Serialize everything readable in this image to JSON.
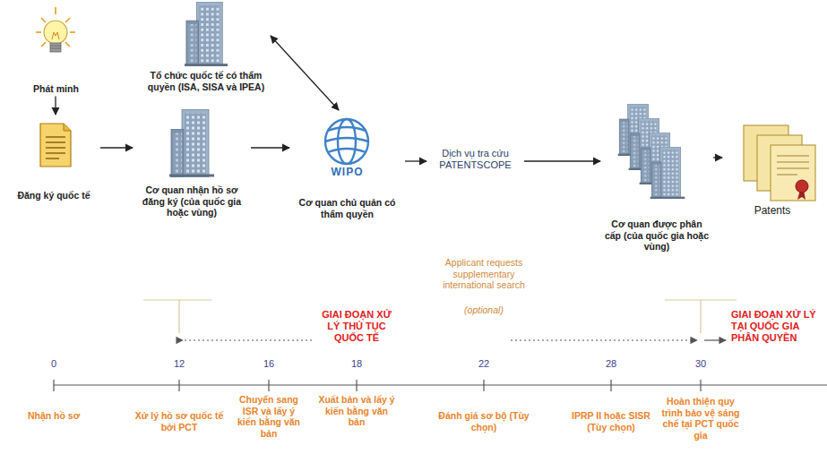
{
  "diagram": {
    "nodes": [
      {
        "text": [
          "Phát minh"
        ]
      },
      {
        "text": [
          "Đăng ký quốc tế"
        ]
      },
      {
        "text": [
          "Cơ quan nhận hồ sơ đăng ký (của quốc gia hoặc vùng)"
        ]
      },
      {
        "text": [
          "Tổ chức quốc tế có thẩm quyền (ISA, SISA và IPEA)"
        ]
      },
      {
        "text": [
          "WIPO",
          "Cơ quan chủ quản có thẩm quyền"
        ]
      },
      {
        "text": [
          "Dịch vụ tra cứu PATENTSCOPE"
        ]
      },
      {
        "text": [
          "Cơ quan được phân cấp (của quốc gia hoặc vùng)"
        ]
      },
      {
        "text": [
          "Patents"
        ]
      }
    ],
    "edges": [
      {
        "from": 0,
        "to": 1,
        "arrow": "to"
      },
      {
        "from": 1,
        "to": 2,
        "arrow": "to"
      },
      {
        "from": 2,
        "to": 4,
        "arrow": "to"
      },
      {
        "from": 3,
        "to": 4,
        "arrow": "both"
      },
      {
        "from": 4,
        "to": 5,
        "arrow": "to"
      },
      {
        "from": 5,
        "to": 6,
        "arrow": "to"
      },
      {
        "from": 6,
        "to": 7,
        "arrow": "to"
      }
    ],
    "labels": [
      "GIAI ĐOẠN XỬ LÝ THỦ TỤC QUỐC TẾ",
      "Applicant requests supplementary international search",
      "(optional)",
      "GIAI ĐOẠN XỬ LÝ TẠI QUỐC GIA PHÂN QUYỀN",
      "0",
      "12",
      "16",
      "18",
      "22",
      "28",
      "30",
      "Nhận hồ sơ",
      "Xử lý hồ sơ quốc tế bởi PCT",
      "Chuyển sang ISR và lấy ý kiến bằng văn bản",
      "Xuất bản và lấy ý kiến bằng văn bản",
      "Đánh giá sơ bộ (Tùy chọn)",
      "IPRP II hoặc SISR (Tùy chọn)",
      "Hoàn thiện quy trình bảo vệ sáng chế tại PCT quốc gia"
    ]
  }
}
